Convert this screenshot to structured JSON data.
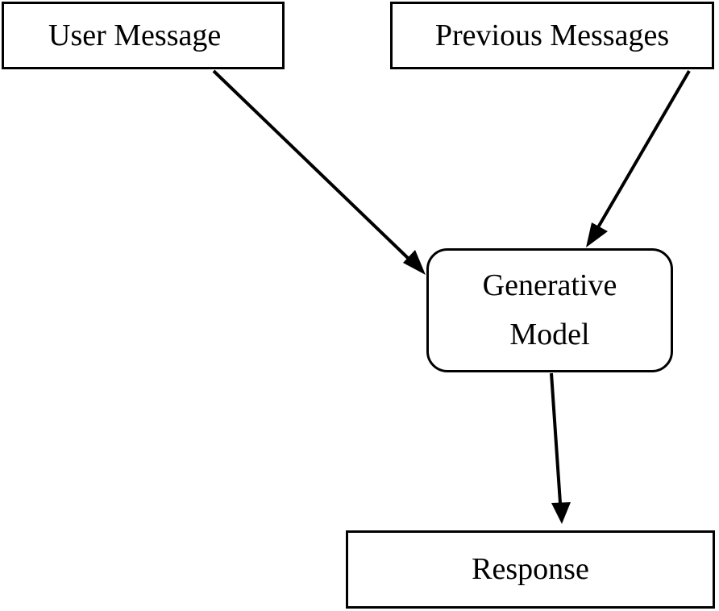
{
  "nodes": {
    "user_message": "User Message",
    "previous_messages": "Previous Messages",
    "generative_model_line1": "Generative",
    "generative_model_line2": "Model",
    "response": "Response"
  }
}
